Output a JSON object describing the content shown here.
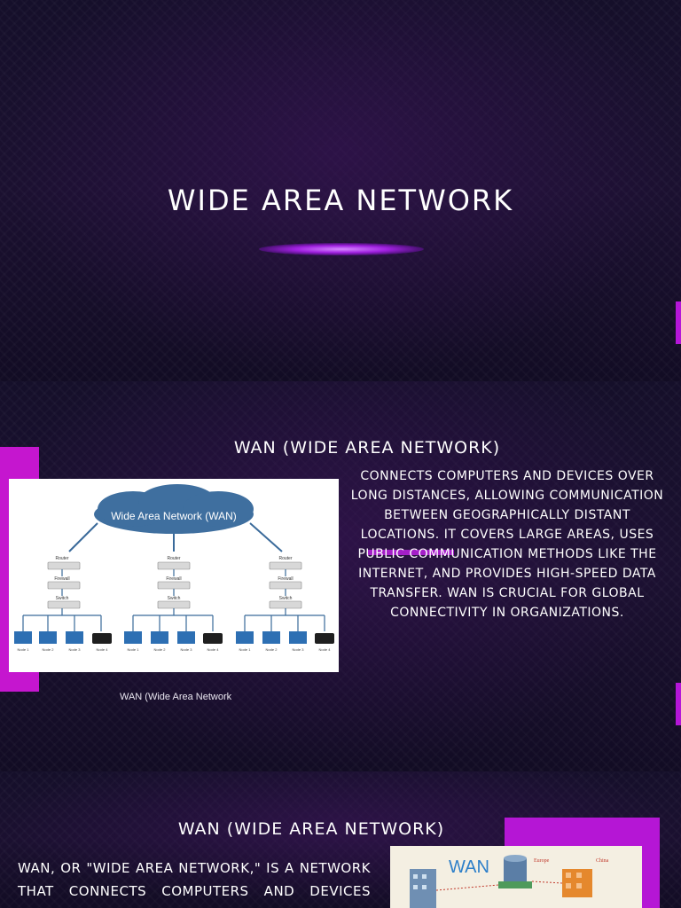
{
  "slide1": {
    "title": "Wide Area Network"
  },
  "slide2": {
    "heading": "WAN (Wide Area Network)",
    "body": "Connects computers and devices over long distances, allowing communication between geographically distant locations. It covers large areas, uses public communication methods like the Internet, and provides high-speed data transfer. WAN is crucial for global connectivity in organizations.",
    "caption": "WAN (Wide Area Network",
    "diagram": {
      "cloud_label": "Wide Area Network (WAN)",
      "device_labels": [
        "Router",
        "Firewall",
        "Switch"
      ],
      "node_labels": [
        "Node 1",
        "Node 2",
        "Node 3",
        "Node 4"
      ]
    }
  },
  "slide3": {
    "heading": "WAN (Wide Area Network)",
    "body": "WAN, or \"Wide Area Network,\" is a network that connects computers and devices over",
    "image": {
      "label_wan": "WAN",
      "label_europe": "Europe",
      "label_china": "China"
    }
  },
  "colors": {
    "background": "#150f2a",
    "accent_magenta": "#c516cf",
    "accent_purple": "#a020e0",
    "text": "#ffffff"
  }
}
